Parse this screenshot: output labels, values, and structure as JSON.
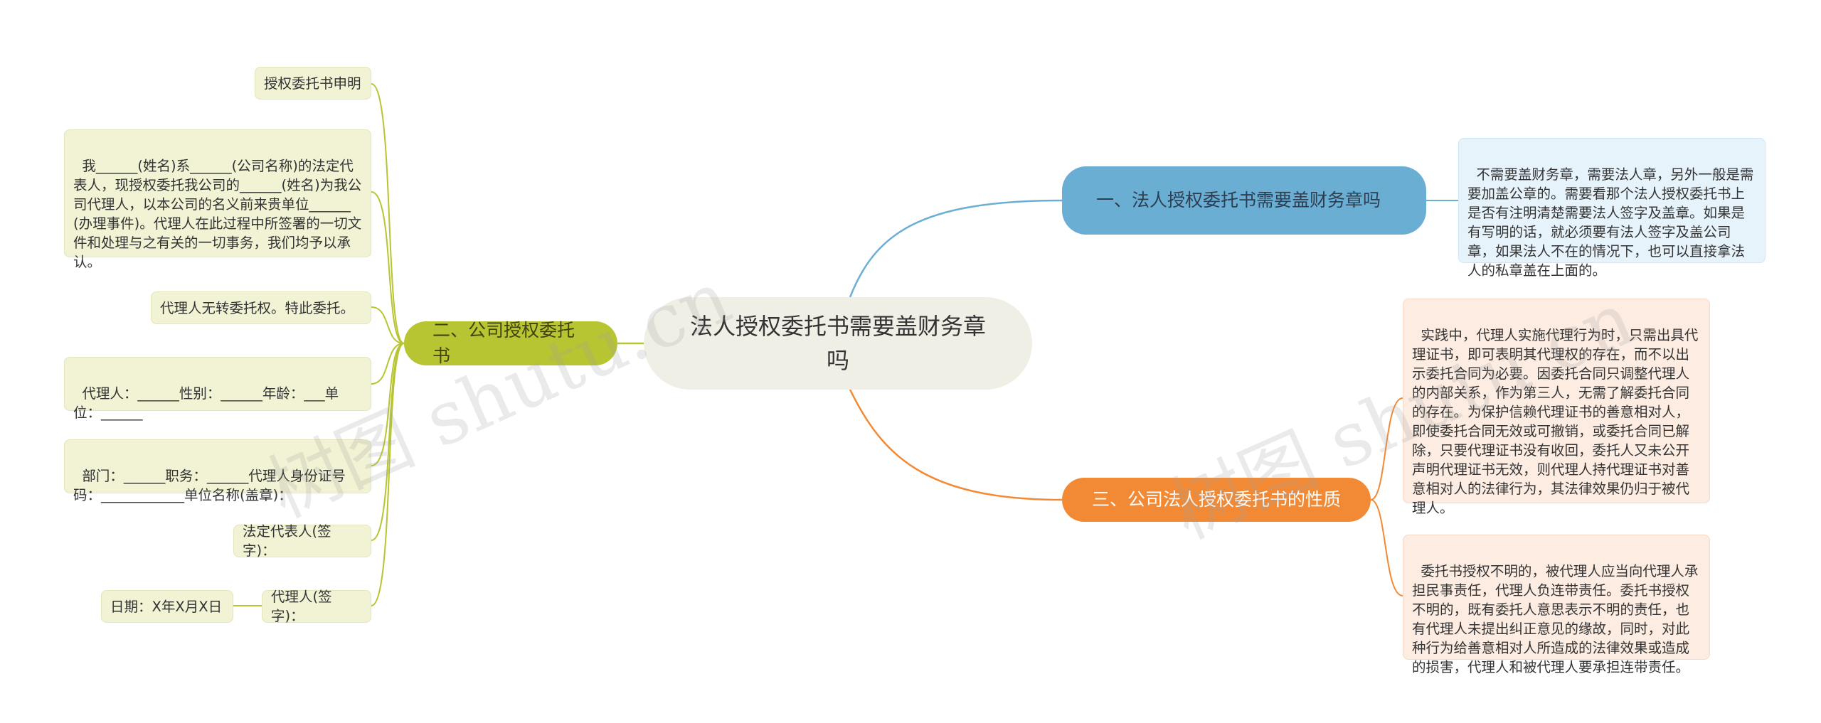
{
  "root": {
    "text": "法人授权委托书需要盖财务章吗"
  },
  "branches": {
    "b1": {
      "label": "一、法人授权委托书需要盖财务章吗",
      "color": "#6aaed4",
      "leaves": [
        {
          "text": "不需要盖财务章，需要法人章，另外一般是需要加盖公章的。需要看那个法人授权委托书上是否有注明清楚需要法人签字及盖章。如果是有写明的话，就必须要有法人签字及盖公司章，如果法人不在的情况下，也可以直接拿法人的私章盖在上面的。"
        }
      ]
    },
    "b2": {
      "label": "二、公司授权委托书",
      "color": "#b7c532",
      "leaves": [
        {
          "text": "授权委托书申明"
        },
        {
          "text": "我______(姓名)系______(公司名称)的法定代表人，现授权委托我公司的______(姓名)为我公司代理人，以本公司的名义前来贵单位______(办理事件)。代理人在此过程中所签署的一切文件和处理与之有关的一切事务，我们均予以承认。"
        },
        {
          "text": "代理人无转委托权。特此委托。"
        },
        {
          "text": "代理人：______性别：______年龄：___单位：______"
        },
        {
          "text": "部门：______职务：______代理人身份证号码：____________单位名称(盖章)："
        },
        {
          "text": "法定代表人(签字)："
        },
        {
          "text": "代理人(签字)：",
          "child": "日期：X年X月X日"
        }
      ]
    },
    "b3": {
      "label": "三、公司法人授权委托书的性质",
      "color": "#f28a35",
      "leaves": [
        {
          "text": "实践中，代理人实施代理行为时，只需出具代理证书，即可表明其代理权的存在，而不以出示委托合同为必要。因委托合同只调整代理人的内部关系，作为第三人，无需了解委托合同的存在。为保护信赖代理证书的善意相对人，即使委托合同无效或可撤销，或委托合同已解除，只要代理证书没有收回，委托人又未公开声明代理证书无效，则代理人持代理证书对善意相对人的法律行为，其法律效果仍归于被代理人。"
        },
        {
          "text": "委托书授权不明的，被代理人应当向代理人承担民事责任，代理人负连带责任。委托书授权不明的，既有委托人意思表示不明的责任，也有代理人未提出纠正意见的缘故，同时，对此种行为给善意相对人所造成的法律效果或造成的损害，代理人和被代理人要承担连带责任。"
        }
      ]
    }
  },
  "watermark": {
    "text": "树图 shutu.cn"
  }
}
